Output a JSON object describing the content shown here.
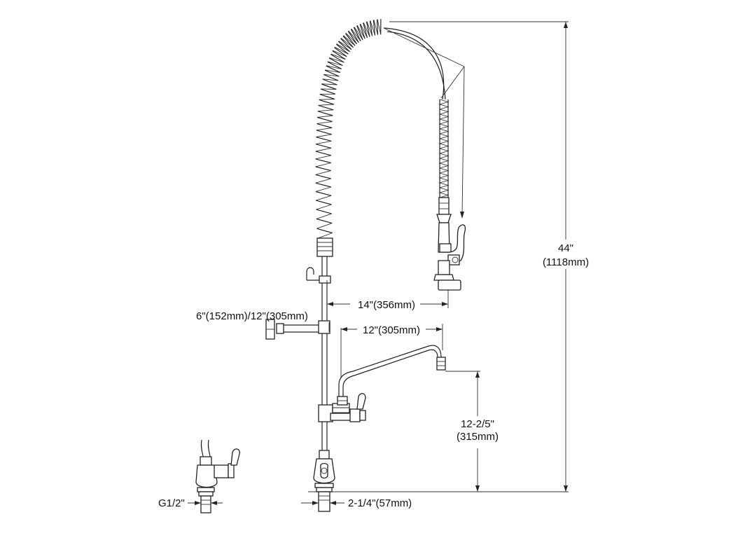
{
  "dimensions": {
    "height_total": "44\"",
    "height_total_mm": "(1118mm)",
    "reach_sprayer": "14\"(356mm)",
    "wall_bracket": "6\"(152mm)/12\"(305mm)",
    "spout_length": "12\"(305mm)",
    "spout_height": "12-2/5\"",
    "spout_height_mm": "(315mm)",
    "base_width": "2-1/4\"(57mm)",
    "inlet_thread": "G1/2\""
  },
  "colors": {
    "line": "#222222",
    "background": "#ffffff"
  }
}
